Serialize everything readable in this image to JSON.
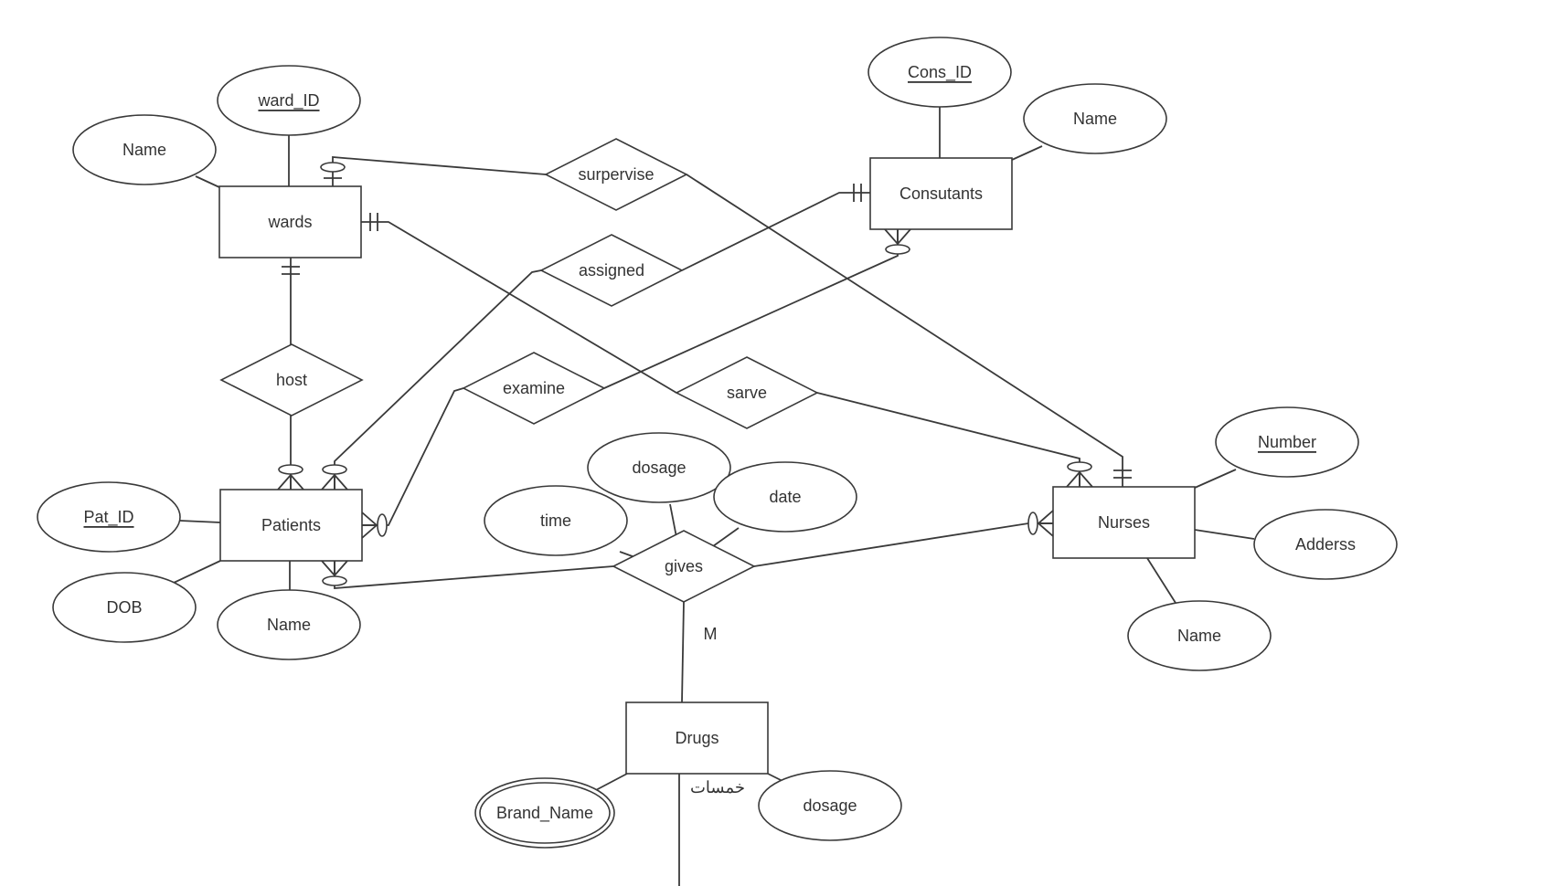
{
  "diagram": {
    "type": "entity-relationship",
    "colors": {
      "stroke": "#3a3a3a",
      "text": "#333333",
      "background": "#ffffff",
      "watermark": "#d9d9d9"
    },
    "entities": [
      {
        "id": "wards",
        "label": "wards"
      },
      {
        "id": "consultants",
        "label": "Consutants"
      },
      {
        "id": "patients",
        "label": "Patients"
      },
      {
        "id": "nurses",
        "label": "Nurses"
      },
      {
        "id": "drugs",
        "label": "Drugs"
      }
    ],
    "relationships": [
      {
        "id": "surpervise",
        "label": "surpervise"
      },
      {
        "id": "assigned",
        "label": "assigned"
      },
      {
        "id": "host",
        "label": "host"
      },
      {
        "id": "examine",
        "label": "examine"
      },
      {
        "id": "sarve",
        "label": "sarve"
      },
      {
        "id": "gives",
        "label": "gives"
      }
    ],
    "attributes": [
      {
        "id": "wards-name",
        "label": "Name",
        "owner": "wards",
        "key": false
      },
      {
        "id": "ward-id",
        "label": "ward_ID",
        "owner": "wards",
        "key": true
      },
      {
        "id": "cons-id",
        "label": "Cons_ID",
        "owner": "consultants",
        "key": true
      },
      {
        "id": "cons-name",
        "label": "Name",
        "owner": "consultants",
        "key": false
      },
      {
        "id": "pat-id",
        "label": "Pat_ID",
        "owner": "patients",
        "key": true
      },
      {
        "id": "dob",
        "label": "DOB",
        "owner": "patients",
        "key": false
      },
      {
        "id": "pat-name",
        "label": "Name",
        "owner": "patients",
        "key": false
      },
      {
        "id": "number",
        "label": "Number",
        "owner": "nurses",
        "key": true
      },
      {
        "id": "address",
        "label": "Adderss",
        "owner": "nurses",
        "key": false
      },
      {
        "id": "nurse-name",
        "label": "Name",
        "owner": "nurses",
        "key": false
      },
      {
        "id": "gives-time",
        "label": "time",
        "owner": "gives",
        "key": false
      },
      {
        "id": "gives-dosage",
        "label": "dosage",
        "owner": "gives",
        "key": false
      },
      {
        "id": "gives-date",
        "label": "date",
        "owner": "gives",
        "key": false
      },
      {
        "id": "brand-name",
        "label": "Brand_Name",
        "owner": "drugs",
        "key": false,
        "multivalued": true
      },
      {
        "id": "drug-dosage",
        "label": "dosage",
        "owner": "drugs",
        "key": false
      }
    ],
    "cardinality_labels": [
      {
        "id": "gives-drugs-m",
        "label": "M"
      }
    ],
    "connections": [
      {
        "from": "wards",
        "to": "surpervise",
        "end_from": "zero-or-one",
        "end_to": "none"
      },
      {
        "from": "surpervise",
        "to": "nurses",
        "end_from": "none",
        "end_to": "one-and-only-one"
      },
      {
        "from": "wards",
        "to": "sarve",
        "end_from": "one-and-only-one",
        "end_to": "none"
      },
      {
        "from": "sarve",
        "to": "nurses",
        "end_from": "none",
        "end_to": "zero-or-many"
      },
      {
        "from": "wards",
        "to": "host",
        "end_from": "one-and-only-one",
        "end_to": "none"
      },
      {
        "from": "host",
        "to": "patients",
        "end_from": "none",
        "end_to": "zero-or-many"
      },
      {
        "from": "consultants",
        "to": "assigned",
        "end_from": "one-and-only-one",
        "end_to": "none"
      },
      {
        "from": "assigned",
        "to": "patients",
        "end_from": "none",
        "end_to": "zero-or-many"
      },
      {
        "from": "consultants",
        "to": "examine",
        "end_from": "zero-or-many",
        "end_to": "none"
      },
      {
        "from": "examine",
        "to": "patients",
        "end_from": "none",
        "end_to": "zero-or-many"
      },
      {
        "from": "patients",
        "to": "gives",
        "end_from": "zero-or-many",
        "end_to": "none"
      },
      {
        "from": "gives",
        "to": "nurses",
        "end_from": "none",
        "end_to": "zero-or-many"
      },
      {
        "from": "gives",
        "to": "drugs",
        "end_from": "none",
        "end_to": "none"
      }
    ],
    "watermark": "خمسات"
  }
}
